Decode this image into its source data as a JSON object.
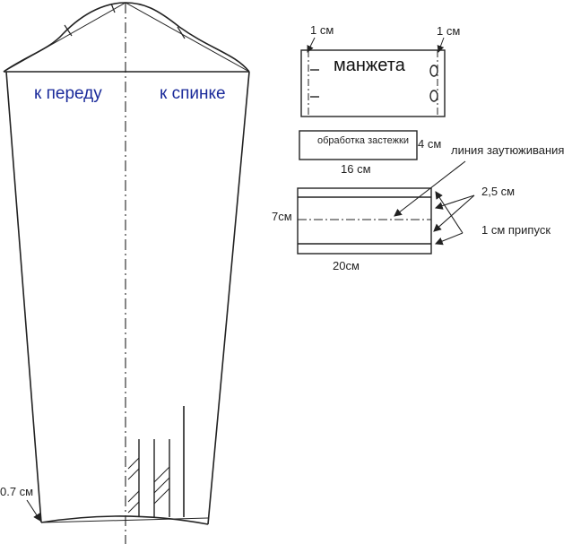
{
  "sleeve": {
    "front_label": "к переду",
    "back_label": "к спинке",
    "hem_offset": "0.7 см"
  },
  "cuff": {
    "title": "манжета",
    "left_margin": "1 см",
    "right_margin": "1 см"
  },
  "placket": {
    "title": "обработка застежки",
    "width": "16 см",
    "height": "4 см"
  },
  "strip": {
    "height": "7см",
    "width": "20см",
    "gather_line": "линия заутюживания",
    "fold": "2,5 см",
    "allowance": "1 см припуск"
  },
  "colors": {
    "line": "#222222",
    "label_blue": "#1a2a9a"
  }
}
